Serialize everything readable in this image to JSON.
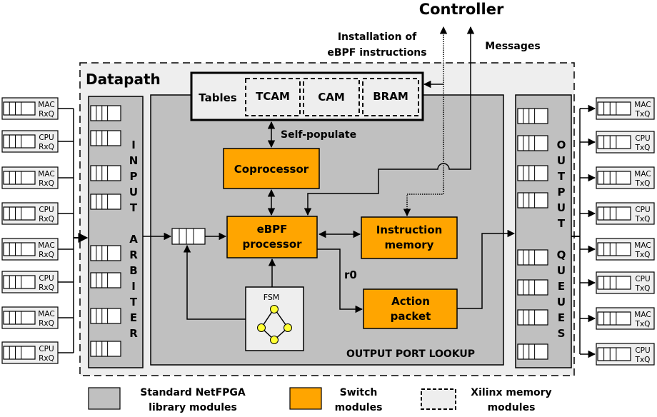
{
  "title": "Controller",
  "annotations": {
    "install_line1": "Installation of",
    "install_line2": "eBPF instructions",
    "messages": "Messages",
    "self_populate": "Self-populate",
    "r0": "r0"
  },
  "datapath_label": "Datapath",
  "tables": {
    "label": "Tables",
    "items": [
      "TCAM",
      "CAM",
      "BRAM"
    ]
  },
  "input_queues": [
    {
      "line1": "MAC",
      "line2": "RxQ"
    },
    {
      "line1": "CPU",
      "line2": "RxQ"
    },
    {
      "line1": "MAC",
      "line2": "RxQ"
    },
    {
      "line1": "CPU",
      "line2": "RxQ"
    },
    {
      "line1": "MAC",
      "line2": "RxQ"
    },
    {
      "line1": "CPU",
      "line2": "RxQ"
    },
    {
      "line1": "MAC",
      "line2": "RxQ"
    },
    {
      "line1": "CPU",
      "line2": "RxQ"
    }
  ],
  "output_queues": [
    {
      "line1": "MAC",
      "line2": "TxQ"
    },
    {
      "line1": "CPU",
      "line2": "TxQ"
    },
    {
      "line1": "MAC",
      "line2": "TxQ"
    },
    {
      "line1": "CPU",
      "line2": "TxQ"
    },
    {
      "line1": "MAC",
      "line2": "TxQ"
    },
    {
      "line1": "CPU",
      "line2": "TxQ"
    },
    {
      "line1": "MAC",
      "line2": "TxQ"
    },
    {
      "line1": "CPU",
      "line2": "TxQ"
    }
  ],
  "input_arbiter_letters": [
    "I",
    "N",
    "P",
    "U",
    "T",
    "",
    "A",
    "R",
    "B",
    "I",
    "T",
    "E",
    "R"
  ],
  "output_queues_letters": [
    "O",
    "U",
    "T",
    "P",
    "U",
    "T",
    "",
    "Q",
    "U",
    "E",
    "U",
    "E",
    "S"
  ],
  "modules": {
    "coprocessor": [
      "Coprocessor"
    ],
    "ebpf": [
      "eBPF",
      "processor"
    ],
    "instruction_memory": [
      "Instruction",
      "memory"
    ],
    "action_packet": [
      "Action",
      "packet"
    ],
    "fsm": "FSM"
  },
  "output_port_lookup": "OUTPUT PORT LOOKUP",
  "legend": {
    "standard_line1": "Standard NetFPGA",
    "standard_line2": "library modules",
    "switch_line1": "Switch",
    "switch_line2": "modules",
    "xilinx_line1": "Xilinx memory",
    "xilinx_line2": "modules"
  },
  "colors": {
    "gray_module": "#c0c0c0",
    "datapath_bg": "#eeeeee",
    "switch_module": "#ffa500",
    "fsm_node": "#ffff33",
    "stroke": "#000000"
  }
}
